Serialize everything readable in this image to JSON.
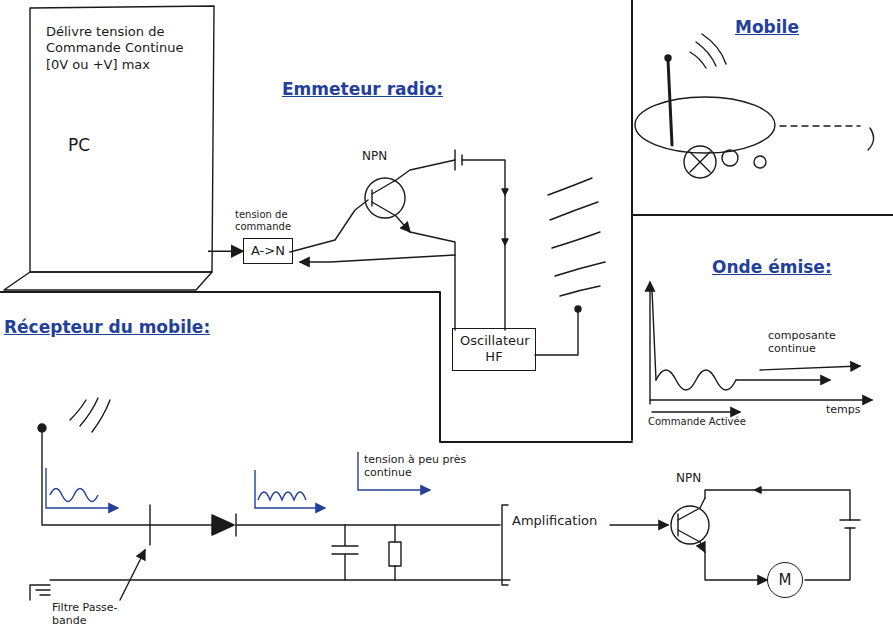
{
  "diagram": {
    "nodes": [
      {
        "text": [
          "Délivre tension de Commande Continue [0V ou +V] max",
          "PC"
        ]
      },
      {
        "text": [
          "A->N"
        ]
      },
      {
        "text": [
          "Oscillateur HF"
        ]
      },
      {
        "text": [
          "M"
        ]
      }
    ],
    "edges": [
      {
        "from": 0,
        "to": 1,
        "label": "tension de commande",
        "arrow": "to"
      }
    ],
    "labels": [
      "Emmeteur radio:",
      "NPN",
      "Mobile",
      "Onde émise:",
      "composante continue",
      "temps",
      "Commande Activée",
      "Récepteur du mobile:",
      "tension à peu près continue",
      "NPN",
      "Amplification",
      "Filtre Passe-bande"
    ]
  }
}
